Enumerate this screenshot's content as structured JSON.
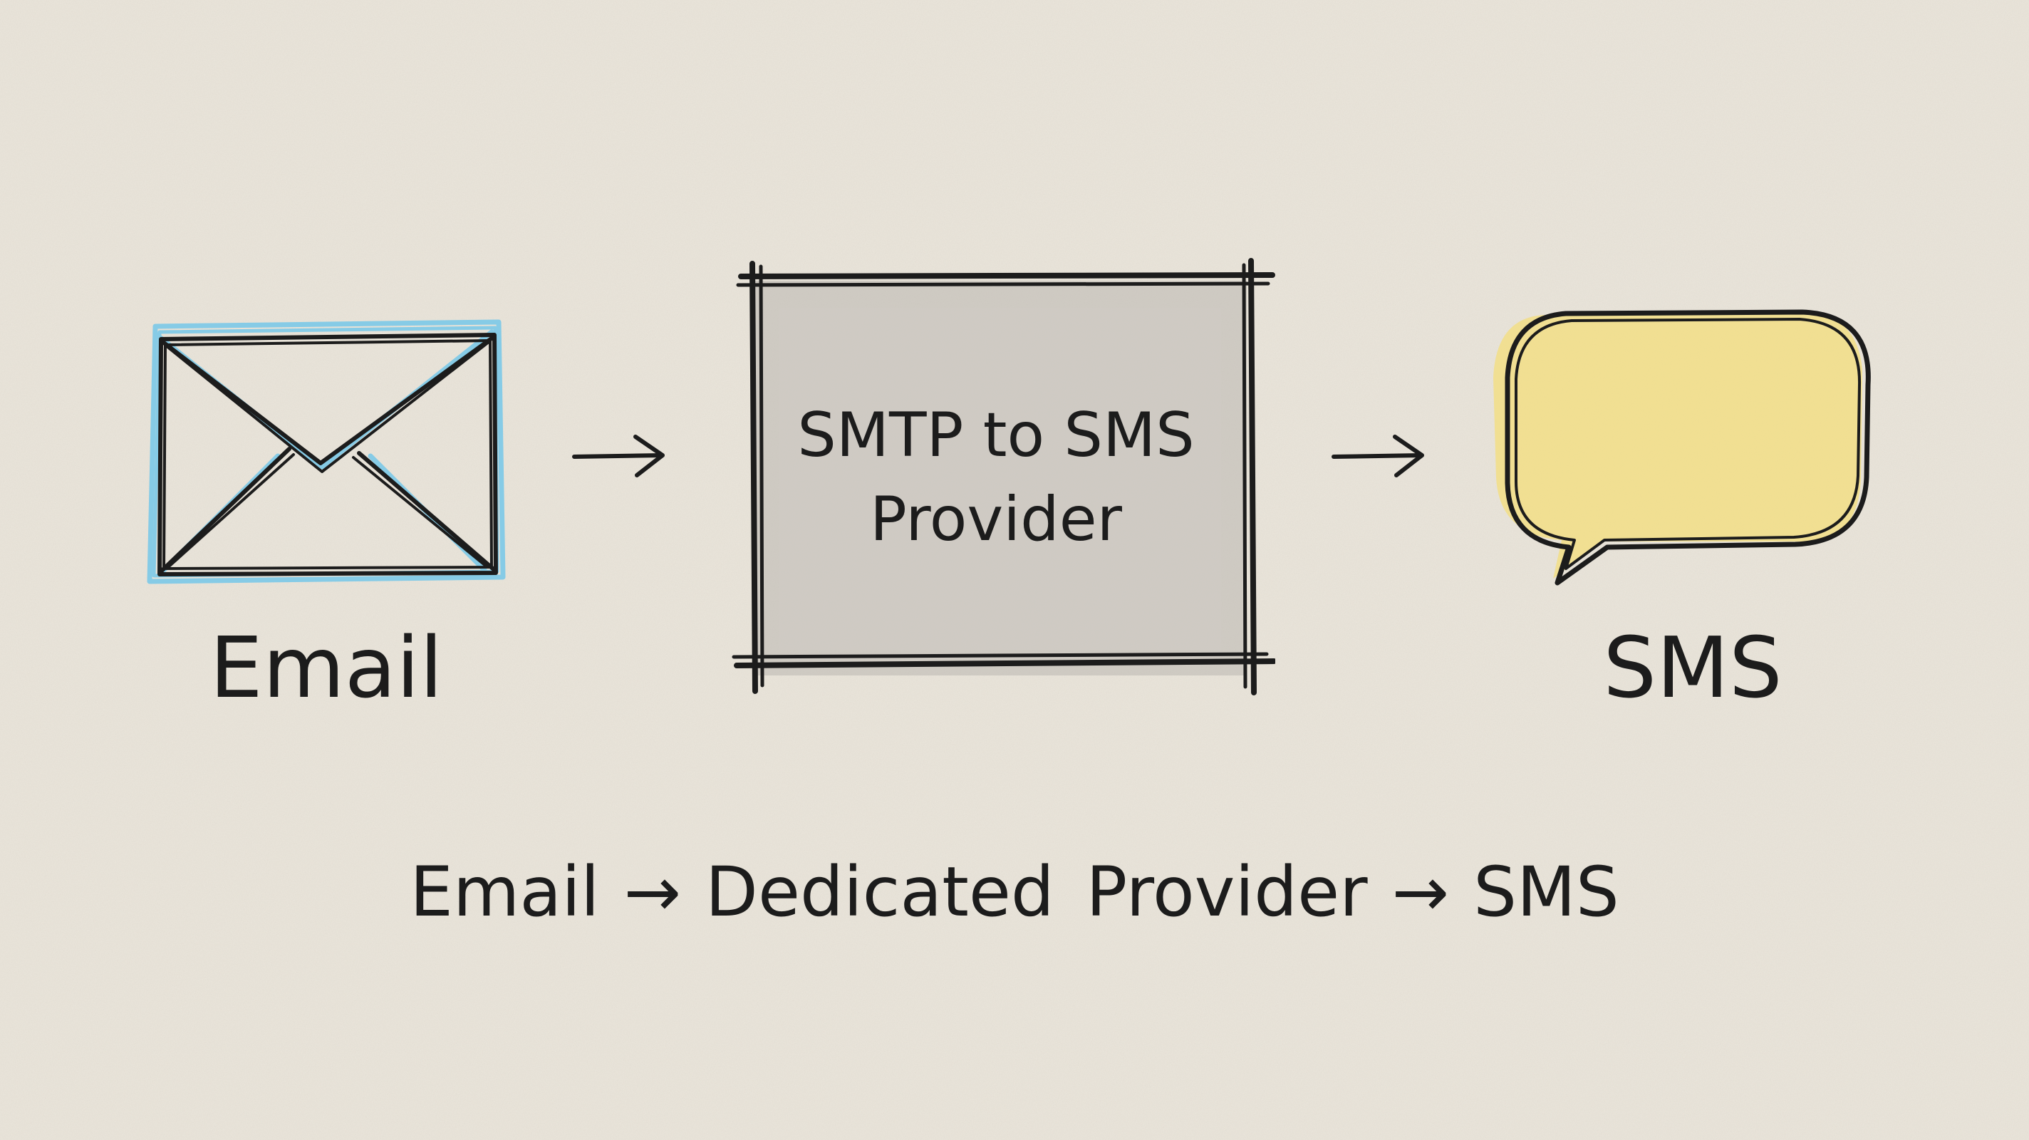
{
  "diagram": {
    "nodes": [
      {
        "id": "email",
        "label": "Email",
        "icon": "envelope-icon",
        "accent": "#7cc9e8"
      },
      {
        "id": "provider",
        "label_lines": [
          "SMTP to SMS",
          "Provider"
        ],
        "fill": "#b9b6b0"
      },
      {
        "id": "sms",
        "label": "SMS",
        "icon": "speech-bubble-icon",
        "fill": "#f2de86"
      }
    ],
    "edges": [
      {
        "from": "email",
        "to": "provider"
      },
      {
        "from": "provider",
        "to": "sms"
      }
    ],
    "caption": {
      "part1": "Email",
      "arrow1": "→",
      "part2": "Dedicated Provider",
      "arrow2": "→",
      "part3": "SMS"
    }
  },
  "colors": {
    "paper": "#ebe6dc",
    "ink": "#1c1c1c",
    "envelope_accent": "#7cc9e8",
    "box_shade": "#b9b6b0",
    "bubble_fill": "#f2de86"
  }
}
